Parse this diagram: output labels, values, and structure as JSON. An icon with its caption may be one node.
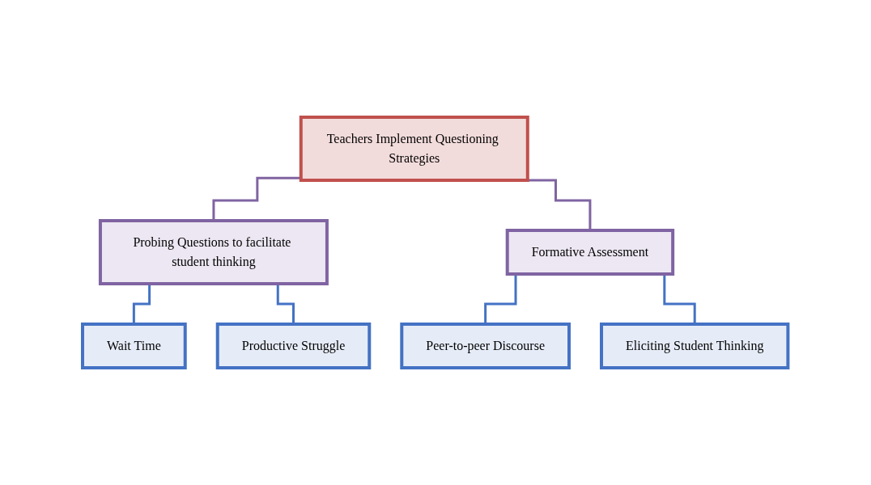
{
  "diagram": {
    "nodes": [
      {
        "text": [
          "Teachers Implement Questioning Strategies"
        ]
      },
      {
        "text": [
          "Probing Questions to facilitate student thinking"
        ]
      },
      {
        "text": [
          "Formative Assessment"
        ]
      },
      {
        "text": [
          "Wait Time"
        ]
      },
      {
        "text": [
          "Productive Struggle"
        ]
      },
      {
        "text": [
          "Peer-to-peer Discourse"
        ]
      },
      {
        "text": [
          "Eliciting Student Thinking"
        ]
      }
    ],
    "edges": [
      {
        "from": 0,
        "to": 1,
        "arrow": "none",
        "color": "#8064a2"
      },
      {
        "from": 0,
        "to": 2,
        "arrow": "none",
        "color": "#8064a2"
      },
      {
        "from": 1,
        "to": 3,
        "arrow": "none"
      },
      {
        "from": 1,
        "to": 4,
        "arrow": "none"
      },
      {
        "from": 2,
        "to": 5,
        "arrow": "none"
      },
      {
        "from": 2,
        "to": 6,
        "arrow": "none"
      }
    ]
  }
}
